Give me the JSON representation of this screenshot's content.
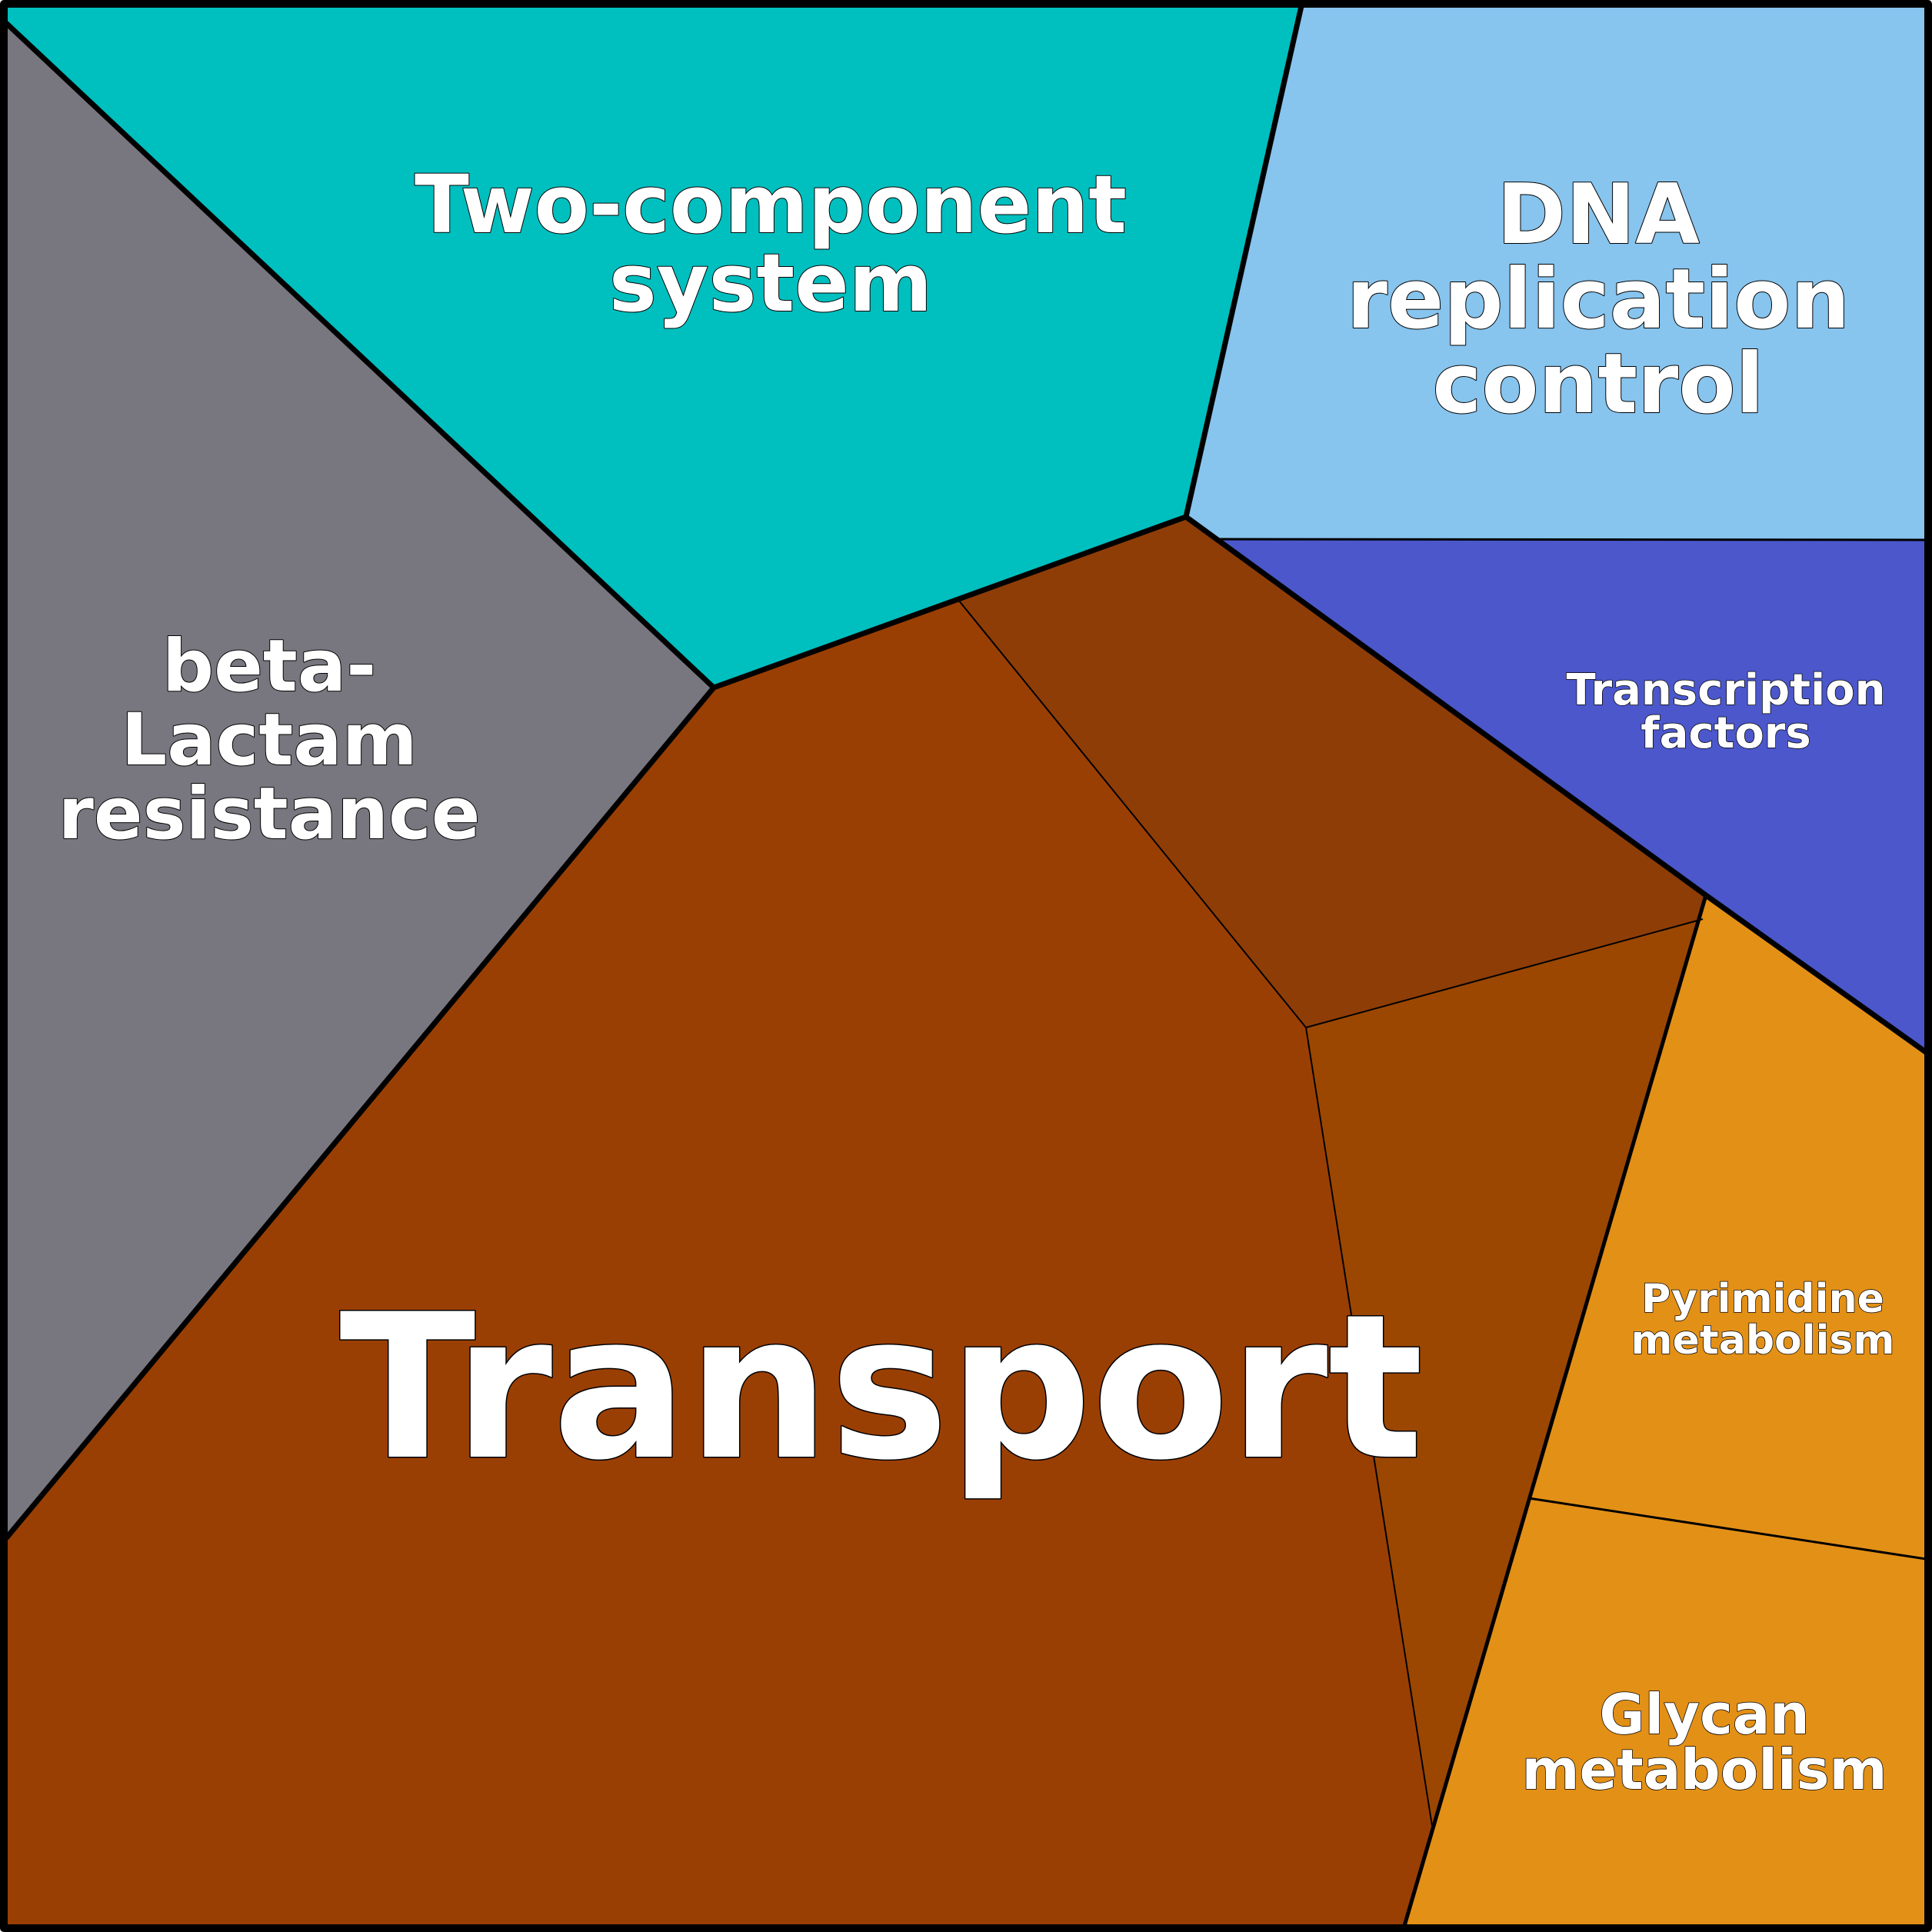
{
  "colors": {
    "transport": "#9a3f03",
    "transport_sub_a": "#8e3d07",
    "transport_sub_b": "#9b4702",
    "two_component": "#00bfbf",
    "dna_replication": "#87c4ee",
    "transcription": "#4b57cb",
    "beta_lactam": "#78767e",
    "pyrimidine": "#e39017",
    "glycan": "#e39017",
    "outline": "#000000"
  },
  "regions": {
    "transport": {
      "label_lines": [
        "Transport"
      ]
    },
    "two_component": {
      "label_lines": [
        "Two-component",
        "system"
      ]
    },
    "dna_replication": {
      "label_lines": [
        "DNA",
        "replication",
        "control"
      ]
    },
    "transcription": {
      "label_lines": [
        "Transcription",
        "factors"
      ]
    },
    "beta_lactam": {
      "label_lines": [
        "beta-",
        "Lactam",
        "resistance"
      ]
    },
    "pyrimidine": {
      "label_lines": [
        "Pyrimidine",
        "metabolism"
      ]
    },
    "glycan": {
      "label_lines": [
        "Glycan",
        "metabolism"
      ]
    }
  }
}
